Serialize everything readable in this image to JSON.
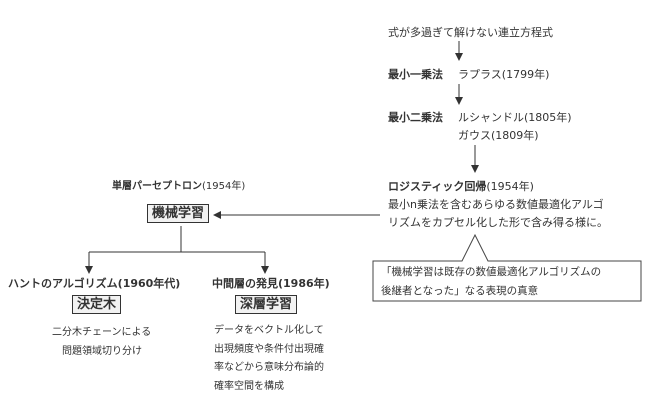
{
  "chain": {
    "top": "式が多過ぎて解けない連立方程式",
    "least1": {
      "label": "最小一乗法",
      "name": "ラプラス(1799年)"
    },
    "least2": {
      "label": "最小二乗法",
      "name1": "ルシャンドル(1805年)",
      "name2": "ガウス(1809年)"
    },
    "logistic": {
      "title": "ロジスティック回帰",
      "year": "(1954年)",
      "desc1": "最小n乗法を含むあらゆる数値最適化アルゴ",
      "desc2": "リズムをカプセル化した形で含み得る様に。"
    }
  },
  "callout": {
    "line1": "「機械学習は既存の数値最適化アルゴリズムの",
    "line2": "後継者となった」なる表現の真意"
  },
  "ml": {
    "header_title": "単層パーセプトロン",
    "header_year": "(1954年)",
    "box": "機械学習"
  },
  "left_branch": {
    "title": "ハントのアルゴリズム(1960年代)",
    "box": "決定木",
    "desc1": "二分木チェーンによる",
    "desc2": "問題領域切り分け"
  },
  "right_branch": {
    "title": "中間層の発見(1986年)",
    "box": "深層学習",
    "desc1": "データをベクトル化して",
    "desc2": "出現頻度や条件付出現確",
    "desc3": "率などから意味分布論的",
    "desc4": "確率空間を構成"
  }
}
